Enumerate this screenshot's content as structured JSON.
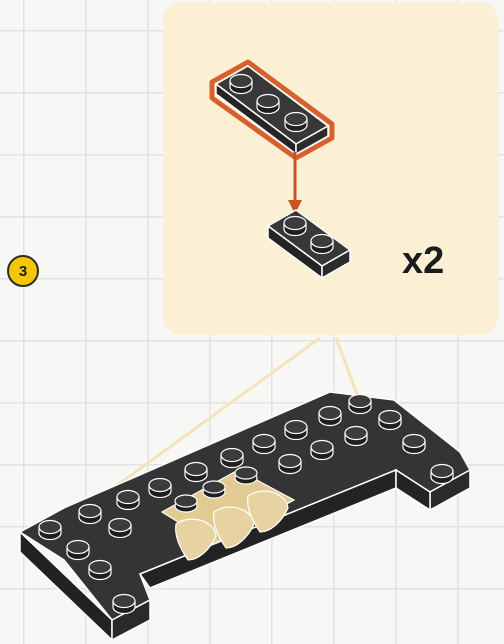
{
  "step": {
    "number": "3"
  },
  "callout": {
    "quantity": "x2"
  },
  "colors": {
    "brick_dark": "#2f2f2f",
    "brick_top": "#3a3a3a",
    "highlight": "#d7602f",
    "arrow": "#c8541f",
    "callout_bg": "#fbf0d3",
    "tooth": "#e7d3a2",
    "badge": "#f4c600"
  },
  "icons": [
    "step-number-badge",
    "placement-arrow"
  ]
}
